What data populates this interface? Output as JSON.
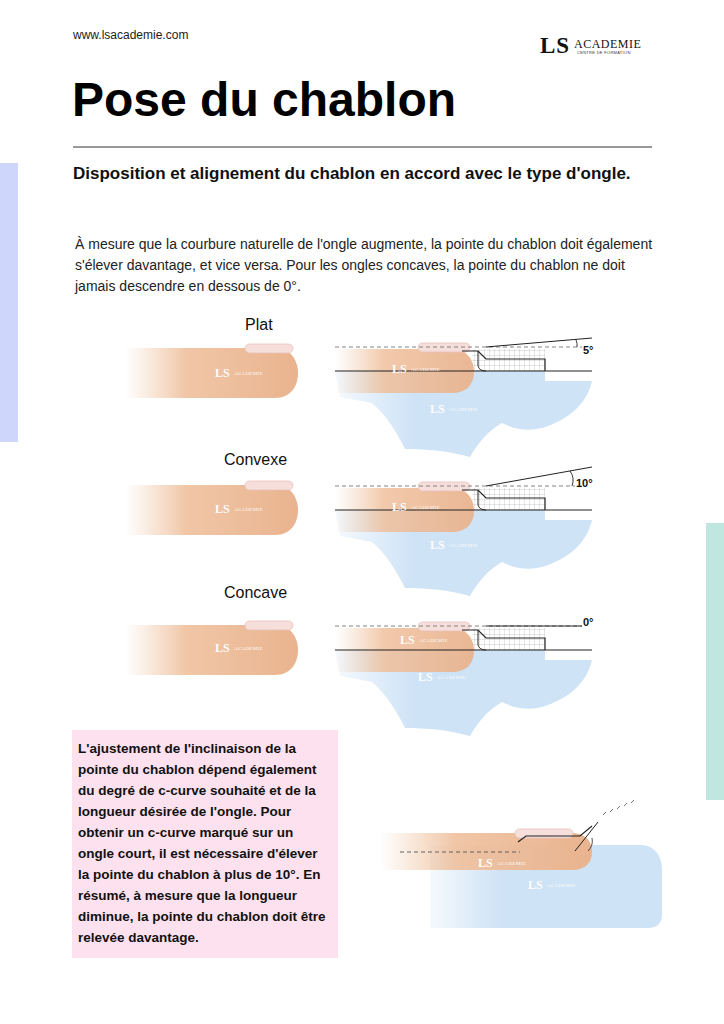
{
  "diagram": {
    "title": "Pose du chablon",
    "nodes": [
      {
        "text": [
          "L'ajustement de l'inclinaison de la pointe du chablon dépend également du degré de c-curve souhaité et de la longueur désirée de l'ongle. Pour obtenir un c-curve marqué sur un ongle court, il est nécessaire d'élever la pointe du chablon à plus de 10°. En résumé, à mesure que la longueur diminue, la pointe du chablon doit être relevée davantage."
        ]
      }
    ],
    "labels": [
      "www.lsacademie.com",
      "LS",
      "ACADEMIE",
      "CENTRE DE FORMATION",
      "Disposition et alignement du chablon en accord avec le type d'ongle.",
      "À mesure que la courbure naturelle de l'ongle augmente, la pointe du chablon doit également s'élever davantage, et vice versa. Pour les ongles concaves, la pointe du chablon ne doit jamais descendre en dessous de 0°.",
      "Plat",
      "5°",
      "Convexe",
      "10°",
      "Concave",
      "0°",
      "LS",
      "ACADEMIE",
      "LS",
      "ACADEMIE",
      "LS",
      "ACADEMIE",
      "LS",
      "ACADEMIE",
      "LS",
      "ACADEMIE",
      "LS",
      "ACADEMIE",
      "LS",
      "ACADEMIE",
      "LS",
      "ACADEMIE",
      "LS",
      "ACADEMIE",
      "LS",
      "ACADEMIE",
      "LS",
      "ACADEMIE"
    ]
  }
}
